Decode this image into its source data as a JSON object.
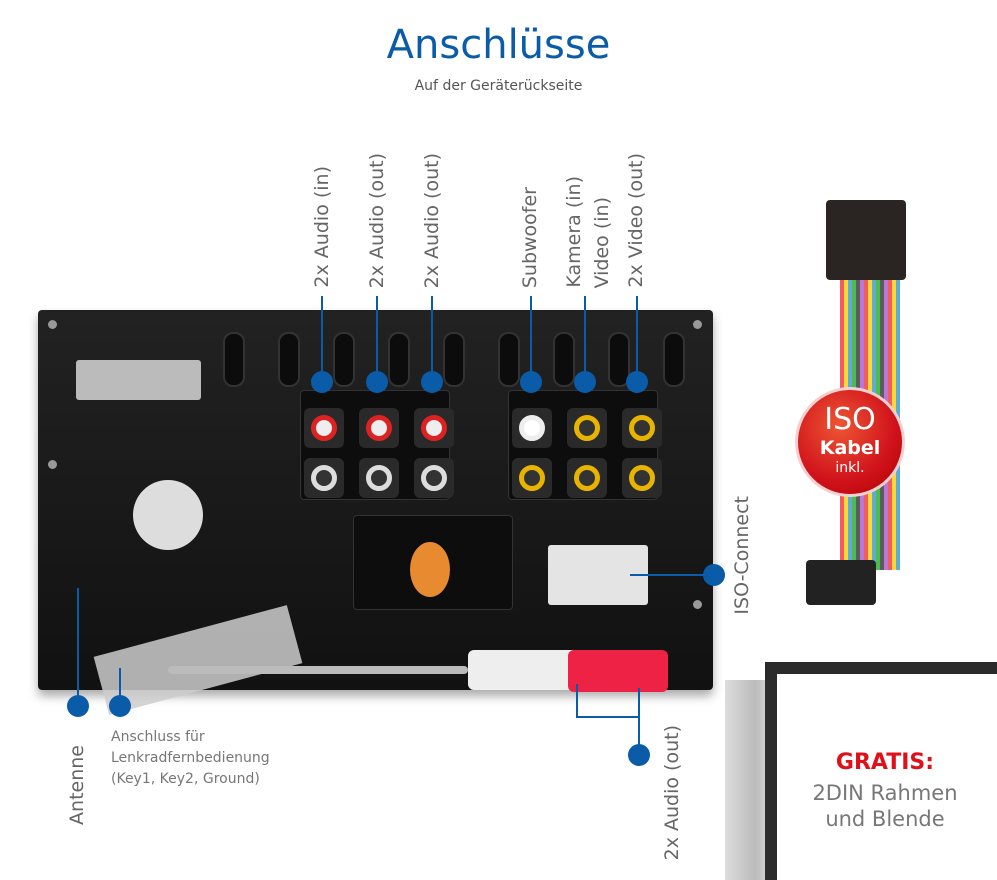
{
  "header": {
    "title": "Anschlüsse",
    "subtitle": "Auf der Geräterückseite"
  },
  "labels": {
    "audio_in": "2x Audio (in)",
    "audio_out_1": "2x Audio (out)",
    "audio_out_2": "2x Audio (out)",
    "subwoofer": "Subwoofer",
    "kamera_in": "Kamera (in)",
    "video_in": "Video (in)",
    "video_out": "2x Video (out)",
    "iso_connect": "ISO-Connect",
    "antenne": "Antenne",
    "lenkrad_line1": "Anschluss für",
    "lenkrad_line2": "Lenkradfernbedienung",
    "lenkrad_line3": "(Key1, Key2, Ground)",
    "audio_out_bottom": "2x Audio (out)"
  },
  "badge": {
    "line1": "ISO",
    "line2": "Kabel",
    "line3": "inkl."
  },
  "promo": {
    "free": "GRATIS:",
    "line1": "2DIN Rahmen",
    "line2": "und Blende"
  },
  "colors": {
    "accent": "#0a5ca8",
    "badge": "#d0121b",
    "promo": "#e0101a"
  }
}
